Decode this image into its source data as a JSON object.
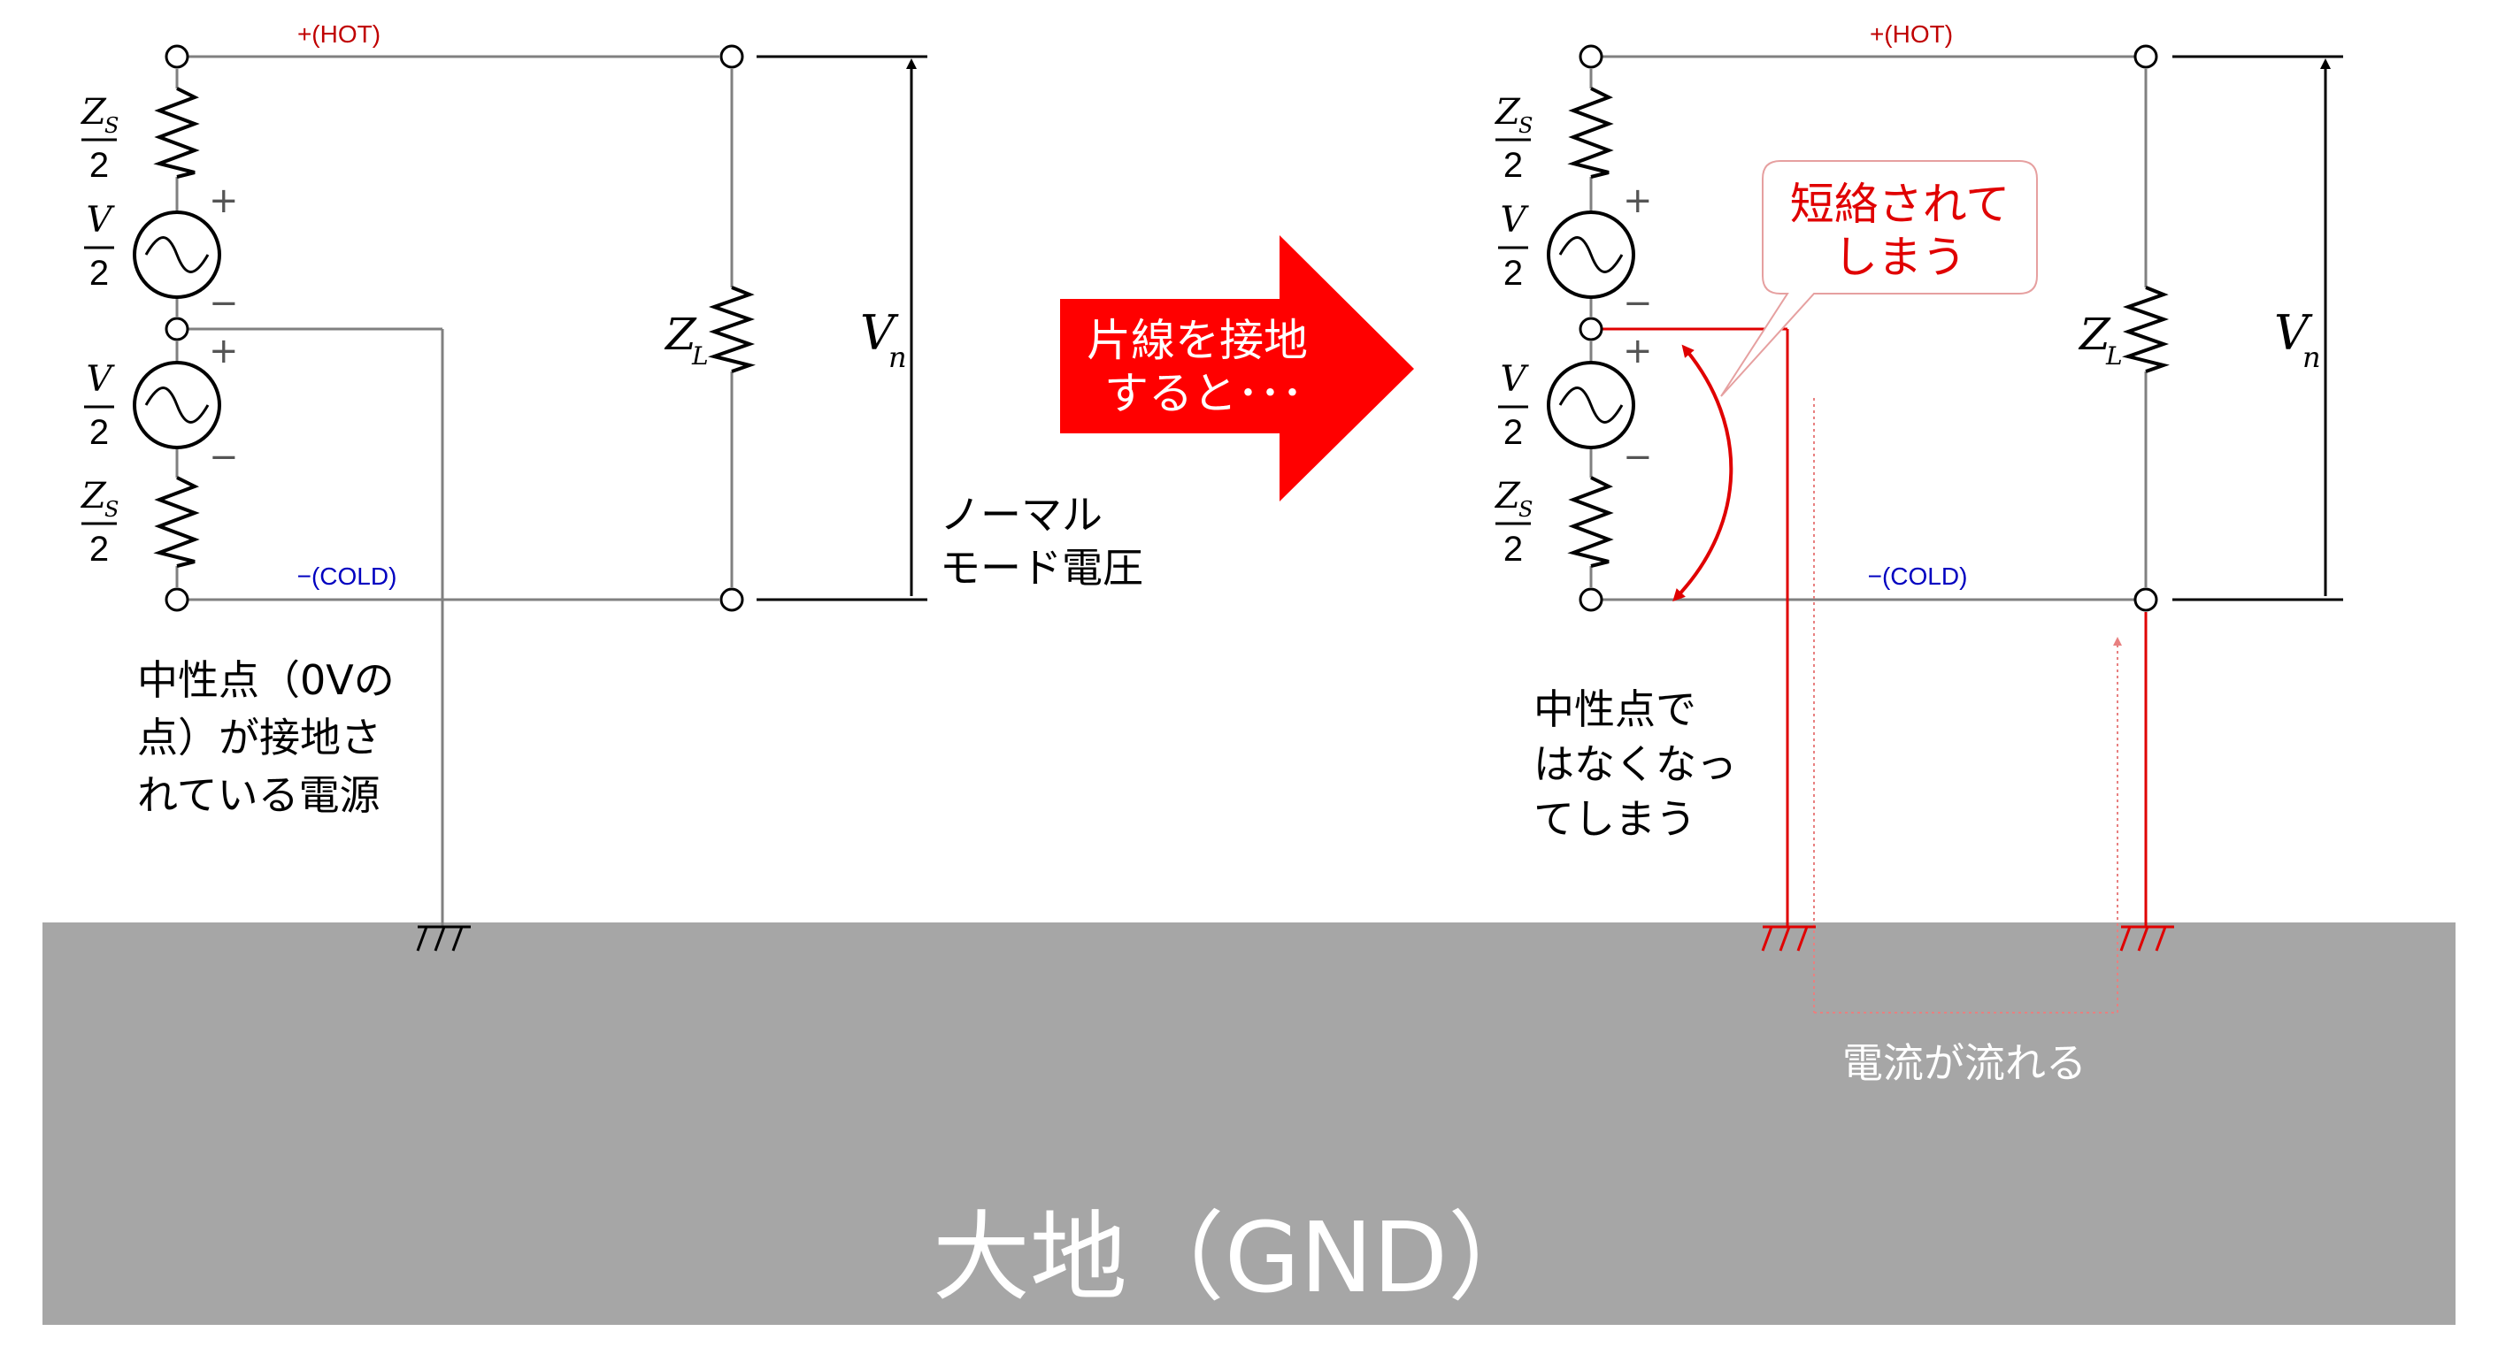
{
  "ground": {
    "label": "大地（GND）",
    "color": "#a6a6a6"
  },
  "left": {
    "hot_label": "+(HOT)",
    "cold_label": "−(COLD)",
    "zs_num": "Z",
    "zs_sub": "S",
    "v_num": "V",
    "den": "2",
    "plus": "+",
    "minus": "−",
    "zl_main": "Z",
    "zl_sub": "L",
    "vn_main": "V",
    "vn_sub": "n",
    "normal_mode_line1": "ノーマル",
    "normal_mode_line2": "モード電圧",
    "desc_line1": "中性点（0Vの",
    "desc_line2": "点）が接地さ",
    "desc_line3": "れている電源"
  },
  "arrow": {
    "line1": "片線を接地",
    "line2": "すると･･･",
    "color": "#ff0000"
  },
  "right": {
    "hot_label": "+(HOT)",
    "cold_label": "−(COLD)",
    "zs_num": "Z",
    "zs_sub": "S",
    "v_num": "V",
    "den": "2",
    "plus": "+",
    "minus": "−",
    "zl_main": "Z",
    "zl_sub": "L",
    "vn_main": "V",
    "vn_sub": "n",
    "callout_line1": "短絡されて",
    "callout_line2": "しまう",
    "desc_line1": "中性点で",
    "desc_line2": "はなくなっ",
    "desc_line3": "てしまう",
    "current_label": "電流が流れる"
  },
  "colors": {
    "wire": "#808080",
    "hot_text": "#c00000",
    "cold_text": "#0000c0",
    "fault": "#e00000"
  }
}
